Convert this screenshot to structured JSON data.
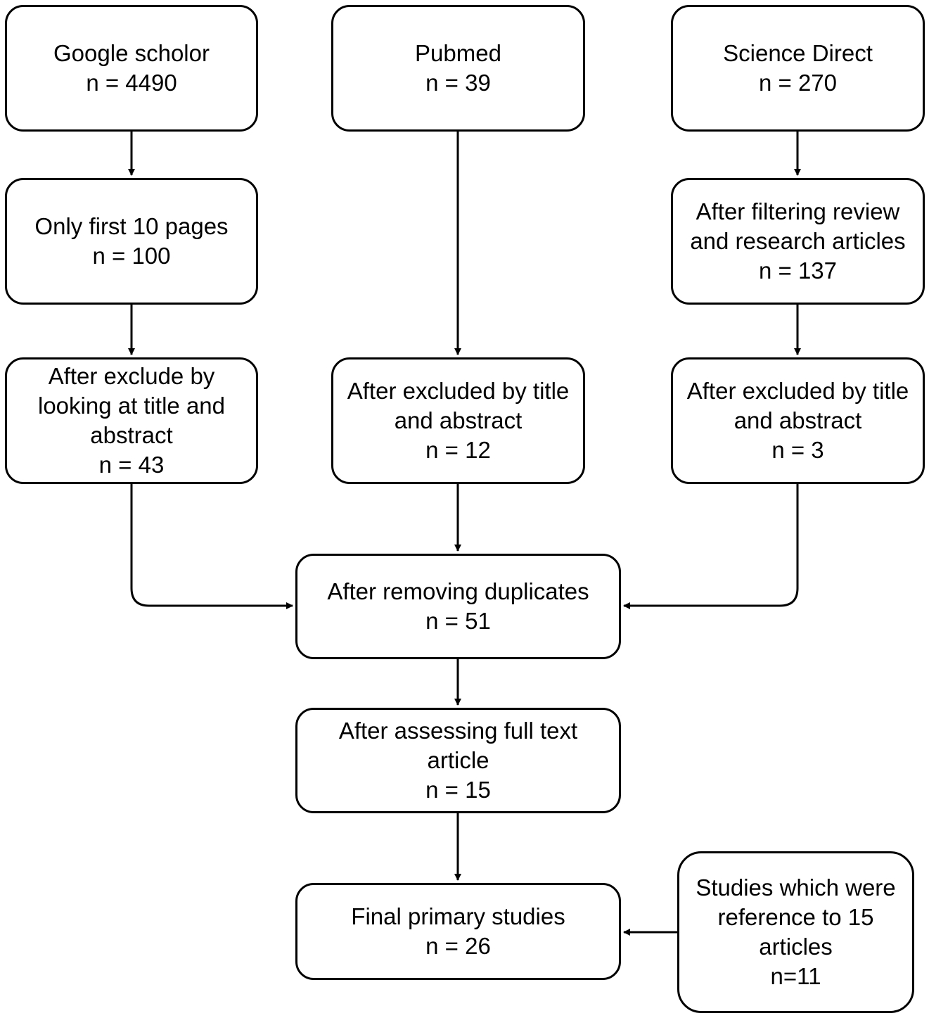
{
  "colors": {
    "stroke": "#000000",
    "fill": "#ffffff",
    "text": "#000000"
  },
  "nodes": {
    "google_scholar": {
      "lines": [
        "Google scholor",
        "n = 4490"
      ]
    },
    "pubmed": {
      "lines": [
        "Pubmed",
        "n = 39"
      ]
    },
    "science_direct": {
      "lines": [
        "Science Direct",
        "n =  270"
      ]
    },
    "first_10_pages": {
      "lines": [
        "Only first 10 pages",
        "n = 100"
      ]
    },
    "filtering_review": {
      "lines": [
        "After filtering review",
        "and research articles",
        "n =  137"
      ]
    },
    "gs_exclude": {
      "lines": [
        "After exclude by",
        "looking at title and",
        "abstract",
        "n = 43"
      ]
    },
    "pm_exclude": {
      "lines": [
        "After excluded by title",
        "and abstract",
        "n = 12"
      ]
    },
    "sd_exclude": {
      "lines": [
        "After excluded by title",
        "and abstract",
        "n =  3"
      ]
    },
    "remove_duplicates": {
      "lines": [
        "After removing duplicates",
        "n = 51"
      ]
    },
    "full_text": {
      "lines": [
        "After assessing full text",
        "article",
        "n = 15"
      ]
    },
    "final": {
      "lines": [
        "Final primary studies",
        "n = 26"
      ]
    },
    "references": {
      "lines": [
        "Studies which were",
        "reference to 15",
        "articles",
        "n=11"
      ]
    }
  },
  "edges": [
    {
      "from": "google_scholar",
      "to": "first_10_pages"
    },
    {
      "from": "first_10_pages",
      "to": "gs_exclude"
    },
    {
      "from": "pubmed",
      "to": "pm_exclude"
    },
    {
      "from": "science_direct",
      "to": "filtering_review"
    },
    {
      "from": "filtering_review",
      "to": "sd_exclude"
    },
    {
      "from": "gs_exclude",
      "to": "remove_duplicates"
    },
    {
      "from": "pm_exclude",
      "to": "remove_duplicates"
    },
    {
      "from": "sd_exclude",
      "to": "remove_duplicates"
    },
    {
      "from": "remove_duplicates",
      "to": "full_text"
    },
    {
      "from": "full_text",
      "to": "final"
    },
    {
      "from": "references",
      "to": "final"
    }
  ]
}
